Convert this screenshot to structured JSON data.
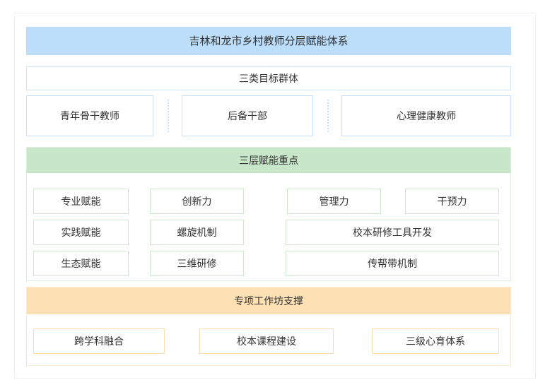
{
  "diagram": {
    "root": {
      "label": "吉林和龙市乡村教师分层赋能体系",
      "color": "#bcdefa"
    },
    "target_groups": {
      "header": "三类目标群体",
      "border_color": "#c5e1fb",
      "items": [
        {
          "label": "青年骨干教师"
        },
        {
          "label": "后备干部"
        },
        {
          "label": "心理健康教师"
        }
      ]
    },
    "empower_layers": {
      "header": "三层赋能重点",
      "color": "#c8e6c9",
      "border_color": "#cfe7cf",
      "rows": [
        {
          "cells": [
            {
              "label": "专业赋能"
            },
            {
              "label": "创新力"
            },
            {
              "label": "管理力"
            },
            {
              "label": "干预力"
            }
          ]
        },
        {
          "cells": [
            {
              "label": "实践赋能"
            },
            {
              "label": "螺旋机制"
            },
            {
              "label": "校本研修工具开发"
            }
          ]
        },
        {
          "cells": [
            {
              "label": "生态赋能"
            },
            {
              "label": "三维研修"
            },
            {
              "label": "传帮带机制"
            }
          ]
        }
      ]
    },
    "workshops": {
      "header": "专项工作坊支撑",
      "color": "#fde0b3",
      "border_color": "#fbdfb4",
      "items": [
        {
          "label": "跨学科融合"
        },
        {
          "label": "校本课程建设"
        },
        {
          "label": "三级心育体系"
        }
      ]
    }
  }
}
